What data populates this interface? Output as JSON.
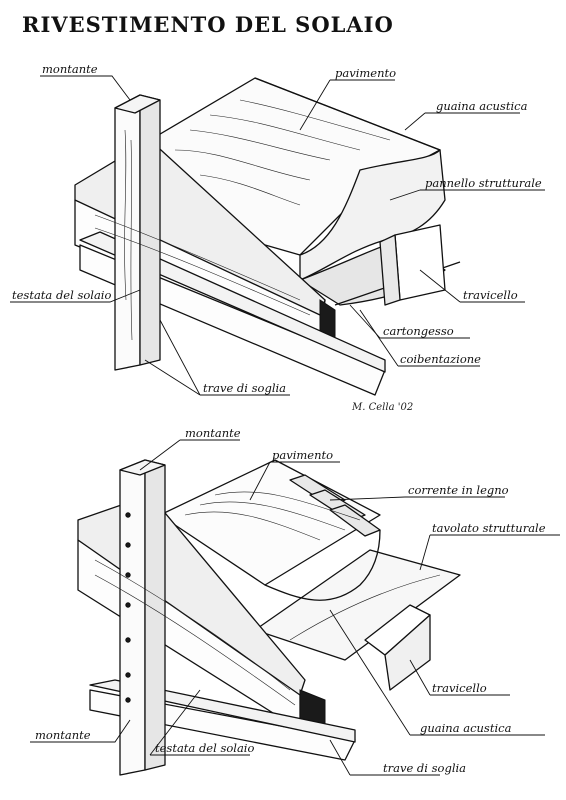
{
  "title": "RIVESTIMENTO DEL SOLAIO",
  "signature": "M. Cella '02",
  "top_drawing": {
    "labels": {
      "montante": "montante",
      "pavimento": "pavimento",
      "guaina_acustica": "guaina acustica",
      "pannello_strutturale": "pannello strutturale",
      "travicello": "travicello",
      "testata_del_solaio": "testata del solaio",
      "cartongesso": "cartongesso",
      "coibentazione": "coibentazione",
      "trave_di_soglia": "trave di soglia"
    }
  },
  "bottom_drawing": {
    "labels": {
      "montante_top": "montante",
      "pavimento": "pavimento",
      "corrente_in_legno": "corrente in legno",
      "tavolato_strutturale": "tavolato strutturale",
      "travicello": "travicello",
      "guaina_acustica": "guaina acustica",
      "montante_bottom": "montante",
      "testata_del_solaio": "testata del solaio",
      "trave_di_soglia": "trave di soglia"
    }
  }
}
